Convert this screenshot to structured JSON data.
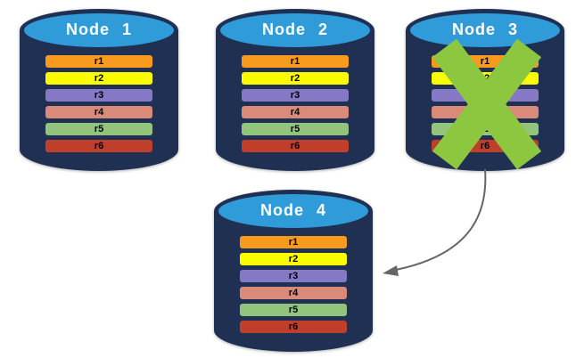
{
  "diagram": {
    "description": "Database replication diagram: four nodes holding replicas r1-r6; Node 3 has failed and its replicas are recovered onto Node 4",
    "nodes": [
      {
        "label": "Node 1",
        "failed": false
      },
      {
        "label": "Node 2",
        "failed": false
      },
      {
        "label": "Node 3",
        "failed": true
      },
      {
        "label": "Node 4",
        "failed": false
      }
    ],
    "replica_labels": [
      "r1",
      "r2",
      "r3",
      "r4",
      "r5",
      "r6"
    ],
    "replica_colors": [
      "#F79A1E",
      "#FCFC00",
      "#8579C6",
      "#D98A78",
      "#93C47E",
      "#BF3F2B"
    ],
    "colors": {
      "cylinder_body": "#1F3052",
      "cylinder_top": "#2F9CD9",
      "node_label_text": "#FFFFFF",
      "replica_text": "#000000",
      "failure_x": "#8DC63F",
      "arrow": "#666666"
    },
    "icons": {
      "failure": "x-icon",
      "transfer": "curved-arrow-icon"
    }
  }
}
